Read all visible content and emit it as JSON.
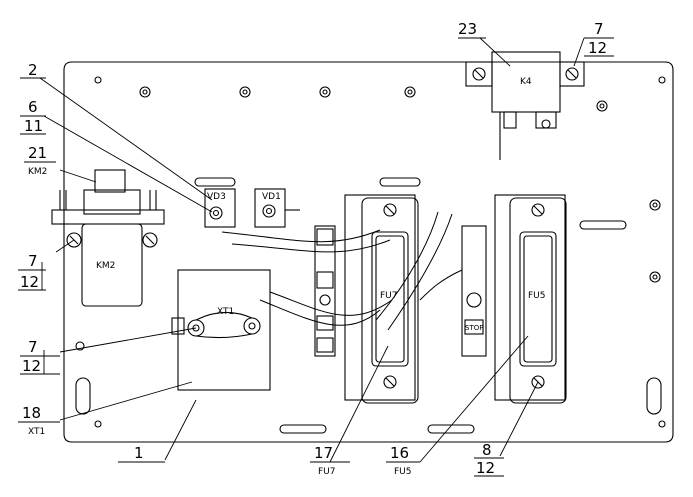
{
  "callouts": {
    "c23": "23",
    "c7_top": "7",
    "c12_top": "12",
    "c2": "2",
    "c6": "6",
    "c11": "11",
    "c21": "21",
    "km2_note": "KM2",
    "c7_left": "7",
    "c12_left": "12",
    "c7_mid": "7",
    "c12_mid": "12",
    "c18": "18",
    "xt1_note": "XT1",
    "c1": "1",
    "c17": "17",
    "fu7_note": "FU7",
    "c16": "16",
    "fu5_note": "FU5",
    "c8": "8",
    "c12_bot": "12"
  },
  "parts": {
    "k4": "K4",
    "vd3": "VD3",
    "vd1": "VD1",
    "km2": "KM2",
    "xt1": "XT1",
    "fu7": "FU7",
    "fu5": "FU5",
    "stop": "STOP"
  }
}
